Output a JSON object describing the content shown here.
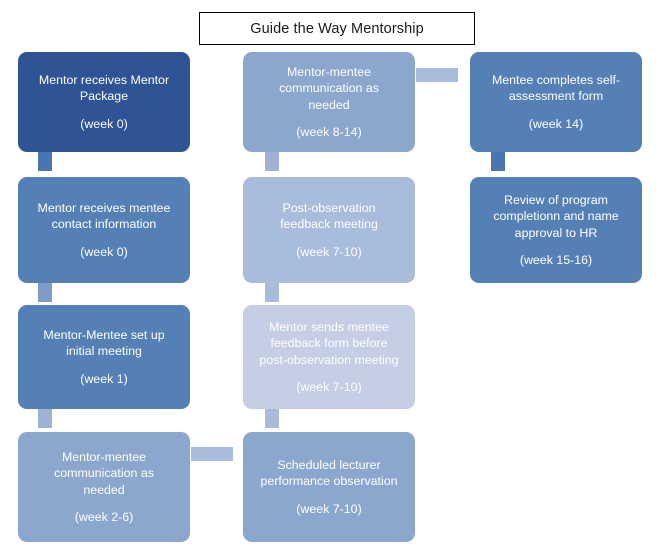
{
  "diagram": {
    "title": "Guide the Way Mentorship",
    "type": "flowchart",
    "columns": 3,
    "colors": {
      "dark_blue": "#2F5496",
      "mid_blue": "#5580B6",
      "light_blue": "#8CA7CE",
      "lighter_blue": "#A9BCDC",
      "pale_blue": "#C5CEE4",
      "title_border": "#000000",
      "text": "#FFFFFF",
      "background": "#FFFFFF"
    },
    "nodes": [
      {
        "id": "n1",
        "label": "Mentor receives Mentor\nPackage",
        "week": "(week 0)",
        "column": 1,
        "row": 1
      },
      {
        "id": "n2",
        "label": "Mentor receives mentee\ncontact information",
        "week": "(week 0)",
        "column": 1,
        "row": 2
      },
      {
        "id": "n3",
        "label": "Mentor-Mentee set up\ninitial meeting",
        "week": "(week 1)",
        "column": 1,
        "row": 3
      },
      {
        "id": "n4",
        "label": "Mentor-mentee\ncommunication as\nneeded",
        "week": "(week 2-6)",
        "column": 1,
        "row": 4
      },
      {
        "id": "n5",
        "label": "Mentor-mentee\ncommunication as\nneeded",
        "week": "(week 8-14)",
        "column": 2,
        "row": 1
      },
      {
        "id": "n6",
        "label": "Post-observation\nfeedback meeting",
        "week": "(week 7-10)",
        "column": 2,
        "row": 2
      },
      {
        "id": "n7",
        "label": "Mentor sends mentee\nfeedback form before\npost-observation meeting",
        "week": "(week 7-10)",
        "column": 2,
        "row": 3
      },
      {
        "id": "n8",
        "label": "Scheduled lecturer\nperformance observation",
        "week": "(week 7-10)",
        "column": 2,
        "row": 4
      },
      {
        "id": "n9",
        "label": "Mentee completes self-\nassessment form",
        "week": "(week 14)",
        "column": 3,
        "row": 1
      },
      {
        "id": "n10",
        "label": "Review of program\ncompletionn and name\napproval  to HR",
        "week": "(week 15-16)",
        "column": 3,
        "row": 2
      }
    ],
    "connectors": [
      {
        "id": "c1",
        "from": "n1",
        "to": "n2",
        "orientation": "vertical"
      },
      {
        "id": "c2",
        "from": "n2",
        "to": "n3",
        "orientation": "vertical"
      },
      {
        "id": "c3",
        "from": "n3",
        "to": "n4",
        "orientation": "vertical"
      },
      {
        "id": "c4",
        "from": "n4",
        "to": "n8",
        "orientation": "horizontal"
      },
      {
        "id": "c5",
        "from": "n8",
        "to": "n7",
        "orientation": "vertical"
      },
      {
        "id": "c6",
        "from": "n7",
        "to": "n6",
        "orientation": "vertical"
      },
      {
        "id": "c7",
        "from": "n6",
        "to": "n5",
        "orientation": "vertical"
      },
      {
        "id": "c8",
        "from": "n5",
        "to": "n9",
        "orientation": "horizontal"
      },
      {
        "id": "c9",
        "from": "n9",
        "to": "n10",
        "orientation": "vertical"
      }
    ]
  }
}
